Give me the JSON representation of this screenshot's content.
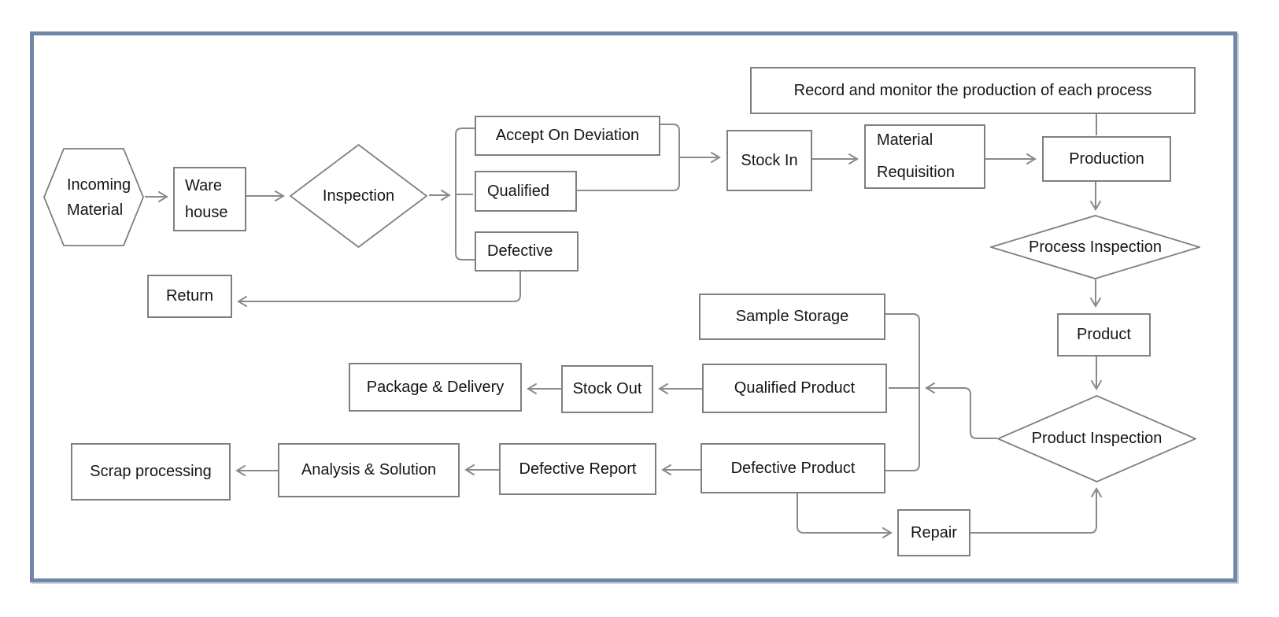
{
  "diagram": {
    "style": {
      "background": "#ffffff",
      "frame_color": "#7187a9",
      "box_border_color": "#7f7f7f",
      "connector_color": "#8a8a8a",
      "text_color": "#161616"
    },
    "nodes": [
      {
        "id": "incoming-material",
        "shape": "hexagon",
        "label": "Incoming\nMaterial"
      },
      {
        "id": "ware-house",
        "shape": "rect",
        "label": "Ware\nhouse"
      },
      {
        "id": "inspection",
        "shape": "diamond",
        "label": "Inspection"
      },
      {
        "id": "accept-on-deviation",
        "shape": "rect",
        "label": "Accept On Deviation"
      },
      {
        "id": "qualified",
        "shape": "rect",
        "label": "Qualified"
      },
      {
        "id": "defective",
        "shape": "rect",
        "label": "Defective"
      },
      {
        "id": "return",
        "shape": "rect",
        "label": "Return"
      },
      {
        "id": "stock-in",
        "shape": "rect",
        "label": "Stock In"
      },
      {
        "id": "material-requisition",
        "shape": "rect",
        "label": "Material\nRequisition"
      },
      {
        "id": "record-monitor",
        "shape": "rect",
        "label": "Record and monitor the production of each process"
      },
      {
        "id": "production",
        "shape": "rect",
        "label": "Production"
      },
      {
        "id": "process-inspection",
        "shape": "diamond",
        "label": "Process Inspection"
      },
      {
        "id": "product",
        "shape": "rect",
        "label": "Product"
      },
      {
        "id": "product-inspection",
        "shape": "diamond",
        "label": "Product Inspection"
      },
      {
        "id": "sample-storage",
        "shape": "rect",
        "label": "Sample Storage"
      },
      {
        "id": "qualified-product",
        "shape": "rect",
        "label": "Qualified Product"
      },
      {
        "id": "defective-product",
        "shape": "rect",
        "label": "Defective Product"
      },
      {
        "id": "stock-out",
        "shape": "rect",
        "label": "Stock Out"
      },
      {
        "id": "package-delivery",
        "shape": "rect",
        "label": "Package & Delivery"
      },
      {
        "id": "defective-report",
        "shape": "rect",
        "label": "Defective Report"
      },
      {
        "id": "analysis-solution",
        "shape": "rect",
        "label": "Analysis & Solution"
      },
      {
        "id": "scrap-processing",
        "shape": "rect",
        "label": "Scrap processing"
      },
      {
        "id": "repair",
        "shape": "rect",
        "label": "Repair"
      }
    ],
    "edges": [
      {
        "from": "incoming-material",
        "to": "ware-house"
      },
      {
        "from": "ware-house",
        "to": "inspection"
      },
      {
        "from": "inspection",
        "to": "accept-on-deviation"
      },
      {
        "from": "inspection",
        "to": "qualified"
      },
      {
        "from": "inspection",
        "to": "defective"
      },
      {
        "from": "accept-on-deviation",
        "to": "stock-in"
      },
      {
        "from": "qualified",
        "to": "stock-in"
      },
      {
        "from": "defective",
        "to": "return"
      },
      {
        "from": "stock-in",
        "to": "material-requisition"
      },
      {
        "from": "material-requisition",
        "to": "production"
      },
      {
        "from": "record-monitor",
        "to": "production"
      },
      {
        "from": "production",
        "to": "process-inspection"
      },
      {
        "from": "process-inspection",
        "to": "product"
      },
      {
        "from": "product",
        "to": "product-inspection"
      },
      {
        "from": "product-inspection",
        "to": "sample-storage"
      },
      {
        "from": "product-inspection",
        "to": "qualified-product"
      },
      {
        "from": "product-inspection",
        "to": "defective-product"
      },
      {
        "from": "qualified-product",
        "to": "stock-out"
      },
      {
        "from": "stock-out",
        "to": "package-delivery"
      },
      {
        "from": "defective-product",
        "to": "defective-report"
      },
      {
        "from": "defective-report",
        "to": "analysis-solution"
      },
      {
        "from": "analysis-solution",
        "to": "scrap-processing"
      },
      {
        "from": "defective-product",
        "to": "repair"
      },
      {
        "from": "repair",
        "to": "product-inspection"
      }
    ]
  }
}
